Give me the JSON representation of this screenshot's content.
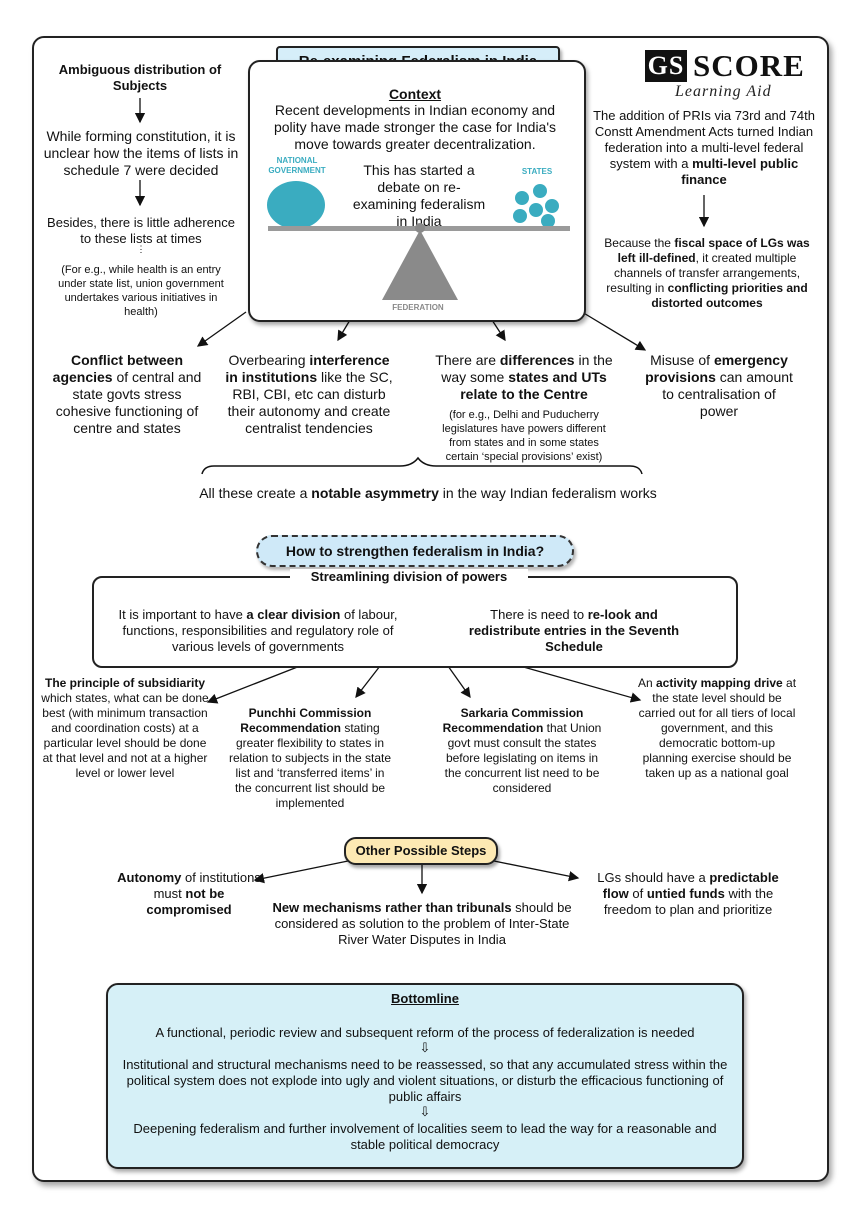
{
  "title": "Re-examining Federalism in India",
  "logo": {
    "gs": "GS",
    "score": "SCORE",
    "subtitle": "Learning Aid"
  },
  "context": {
    "heading": "Context",
    "text1": "Recent developments in Indian economy and polity have made stronger the case for India's move towards greater decentralization.",
    "text2": "This has started a debate on re-examining federalism in India",
    "label_national": "NATIONAL\nGOVERNMENT",
    "label_states": "STATES",
    "label_federation": "FEDERATION",
    "colors": {
      "teal": "#3aacc0",
      "fulcrum": "#8a8a8a",
      "beam": "#9a9a9a"
    }
  },
  "left_col": {
    "heading": "Ambiguous distribution of Subjects",
    "p1": "While forming constitution, it is unclear how the items of lists in schedule 7 were decided",
    "p2": "Besides, there is little adherence to these lists at times",
    "p3": "(For e.g., while health is an entry under state list, union government undertakes various initiatives in health)"
  },
  "right_col": {
    "p1_a": "The addition of PRIs via 73rd and 74th Constt Amendment Acts turned Indian federation into a multi-level federal system with a ",
    "p1_b": "multi-level public finance",
    "p2_a": "Because the ",
    "p2_b": "fiscal space of LGs was left ill-defined",
    "p2_c": ", it created multiple channels of transfer arrangements, resulting in ",
    "p2_d": "conflicting priorities and distorted outcomes"
  },
  "issues": {
    "i1_a": "Conflict between agencies",
    "i1_b": " of central and state govts stress cohesive functioning of centre and states",
    "i2_a": "Overbearing ",
    "i2_b": "interference in institutions",
    "i2_c": " like the SC, RBI, CBI, etc can disturb their autonomy and create centralist tendencies",
    "i3_a": "There are ",
    "i3_b": "differences",
    "i3_c": " in the way some ",
    "i3_d": "states and UTs relate to the Centre",
    "i3_e": "(for e.g., Delhi and Puducherry legislatures have powers different from states and in some states certain ‘special provisions’ exist)",
    "i4_a": "Misuse of ",
    "i4_b": "emergency provisions",
    "i4_c": " can amount to centralisation of power"
  },
  "asymmetry": {
    "a": "All these create a ",
    "b": "notable asymmetry",
    "c": " in the way Indian federalism works"
  },
  "strengthen_title": "How to strengthen federalism in India?",
  "streamlining": {
    "label": "Streamlining division of powers",
    "left_a": "It is important to have ",
    "left_b": "a clear division",
    "left_c": " of labour, functions, responsibilities and regulatory role of various levels of governments",
    "right_a": "There is need to ",
    "right_b": "re-look and redistribute entries in the Seventh Schedule"
  },
  "measures": {
    "m1_a": "The principle of subsidiarity",
    "m1_b": " which states, what can be done best (with minimum transaction and coordination costs) at a particular level should be done at that level and not at a higher level or lower level",
    "m2_a": "Punchhi Commission Recommendation",
    "m2_b": " stating greater flexibility to states in relation to subjects in the state list and ‘transferred items’ in the concurrent list should be implemented",
    "m3_a": "Sarkaria Commission Recommendation",
    "m3_b": " that Union govt must consult the states before legislating on items in the concurrent list need to be considered",
    "m4_a": "An ",
    "m4_b": "activity mapping drive",
    "m4_c": " at the state level should be carried out for all tiers of local government, and this democratic bottom-up planning exercise should be taken up as a national goal"
  },
  "other_steps": {
    "label": "Other Possible Steps",
    "s1_a": "Autonomy",
    "s1_b": " of institutions must ",
    "s1_c": "not be compromised",
    "s2_a": "New mechanisms rather than tribunals",
    "s2_b": " should be considered as solution to the problem of Inter-State River Water Disputes in India",
    "s3_a": "LGs should have a ",
    "s3_b": "predictable flow",
    "s3_c": " of ",
    "s3_d": "untied funds",
    "s3_e": " with the freedom to plan and prioritize"
  },
  "bottomline": {
    "heading": "Bottomline",
    "p1": "A functional, periodic review and subsequent reform of the process of federalization is needed",
    "p2": "Institutional and structural mechanisms need to be reassessed, so that any accumulated stress within the political system does not explode into ugly and violent situations, or disturb the efficacious functioning of public affairs",
    "p3": "Deepening federalism and further involvement of localities seem to lead the way for a reasonable and stable political democracy",
    "arrow": "⇩"
  }
}
